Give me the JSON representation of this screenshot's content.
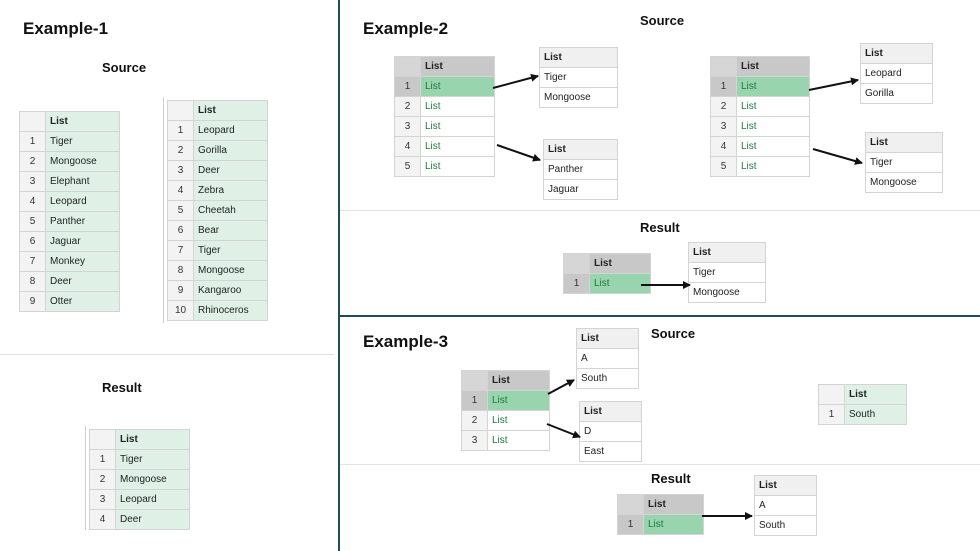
{
  "ex1": {
    "title": "Example-1",
    "source_label": "Source",
    "result_label": "Result",
    "list_a": {
      "header": "List",
      "rows": [
        {
          "n": "1",
          "v": "Tiger"
        },
        {
          "n": "2",
          "v": "Mongoose"
        },
        {
          "n": "3",
          "v": "Elephant"
        },
        {
          "n": "4",
          "v": "Leopard"
        },
        {
          "n": "5",
          "v": "Panther"
        },
        {
          "n": "6",
          "v": "Jaguar"
        },
        {
          "n": "7",
          "v": "Monkey"
        },
        {
          "n": "8",
          "v": "Deer"
        },
        {
          "n": "9",
          "v": "Otter"
        }
      ]
    },
    "list_b": {
      "header": "List",
      "rows": [
        {
          "n": "1",
          "v": "Leopard"
        },
        {
          "n": "2",
          "v": "Gorilla"
        },
        {
          "n": "3",
          "v": "Deer"
        },
        {
          "n": "4",
          "v": "Zebra"
        },
        {
          "n": "5",
          "v": "Cheetah"
        },
        {
          "n": "6",
          "v": "Bear"
        },
        {
          "n": "7",
          "v": "Tiger"
        },
        {
          "n": "8",
          "v": "Mongoose"
        },
        {
          "n": "9",
          "v": "Kangaroo"
        },
        {
          "n": "10",
          "v": "Rhinoceros"
        }
      ]
    },
    "result": {
      "header": "List",
      "rows": [
        {
          "n": "1",
          "v": "Tiger"
        },
        {
          "n": "2",
          "v": "Mongoose"
        },
        {
          "n": "3",
          "v": "Leopard"
        },
        {
          "n": "4",
          "v": "Deer"
        }
      ]
    }
  },
  "ex2": {
    "title": "Example-2",
    "source_label": "Source",
    "result_label": "Result",
    "left": {
      "header": "List",
      "rows": [
        {
          "n": "1",
          "v": "List"
        },
        {
          "n": "2",
          "v": "List"
        },
        {
          "n": "3",
          "v": "List"
        },
        {
          "n": "4",
          "v": "List"
        },
        {
          "n": "5",
          "v": "List"
        }
      ],
      "pop1": {
        "header": "List",
        "rows": [
          "Tiger",
          "Mongoose"
        ]
      },
      "pop2": {
        "header": "List",
        "rows": [
          "Panther",
          "Jaguar"
        ]
      }
    },
    "right": {
      "header": "List",
      "rows": [
        {
          "n": "1",
          "v": "List"
        },
        {
          "n": "2",
          "v": "List"
        },
        {
          "n": "3",
          "v": "List"
        },
        {
          "n": "4",
          "v": "List"
        },
        {
          "n": "5",
          "v": "List"
        }
      ],
      "pop1": {
        "header": "List",
        "rows": [
          "Leopard",
          "Gorilla"
        ]
      },
      "pop2": {
        "header": "List",
        "rows": [
          "Tiger",
          "Mongoose"
        ]
      }
    },
    "result": {
      "header": "List",
      "row": {
        "n": "1",
        "v": "List"
      },
      "pop": {
        "header": "List",
        "rows": [
          "Tiger",
          "Mongoose"
        ]
      }
    }
  },
  "ex3": {
    "title": "Example-3",
    "source_label": "Source",
    "result_label": "Result",
    "source": {
      "header": "List",
      "rows": [
        {
          "n": "1",
          "v": "List"
        },
        {
          "n": "2",
          "v": "List"
        },
        {
          "n": "3",
          "v": "List"
        }
      ],
      "pop1": {
        "header": "List",
        "rows": [
          "A",
          "South"
        ]
      },
      "pop2": {
        "header": "List",
        "rows": [
          "D",
          "East"
        ]
      }
    },
    "filter": {
      "header": "List",
      "row": {
        "n": "1",
        "v": "South"
      }
    },
    "result": {
      "header": "List",
      "row": {
        "n": "1",
        "v": "List"
      },
      "pop": {
        "header": "List",
        "rows": [
          "A",
          "South"
        ]
      }
    }
  }
}
